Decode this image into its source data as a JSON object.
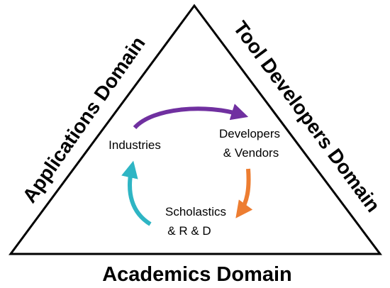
{
  "domains": {
    "left": "Applications Domain",
    "right": "Tool Developers Domain",
    "bottom": "Academics Domain"
  },
  "nodes": {
    "industries": "Industries",
    "developers_line1": "Developers",
    "developers_line2": "& Vendors",
    "scholastics_line1": "Scholastics",
    "scholastics_line2": "& R & D"
  },
  "colors": {
    "triangle_stroke": "#000000",
    "arrow_industries_to_developers": "#7030A0",
    "arrow_developers_to_scholastics": "#ED7D31",
    "arrow_scholastics_to_industries": "#2EB5C4"
  }
}
